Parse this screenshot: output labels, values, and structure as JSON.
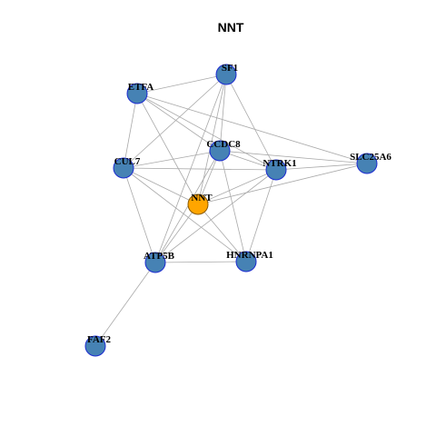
{
  "title": "NNT",
  "colors": {
    "node_fill": "#4682B4",
    "node_stroke": "#1C2BD1",
    "focus_fill": "#FFA500",
    "focus_stroke": "#8A5A00",
    "edge": "#A9A9A9",
    "title": "#000000"
  },
  "nodes": [
    {
      "id": "SF1",
      "label": "SF1",
      "focus": false
    },
    {
      "id": "ETFA",
      "label": "ETFA",
      "focus": false
    },
    {
      "id": "CCDC8",
      "label": "CCDC8",
      "focus": false
    },
    {
      "id": "CUL7",
      "label": "CUL7",
      "focus": false
    },
    {
      "id": "NTRK1",
      "label": "NTRK1",
      "focus": false
    },
    {
      "id": "SLC25A6",
      "label": "SLC25A6",
      "focus": false
    },
    {
      "id": "NNT",
      "label": "NNT",
      "focus": true
    },
    {
      "id": "ATP5B",
      "label": "ATP5B",
      "focus": false
    },
    {
      "id": "HNRNPA1",
      "label": "HNRNPA1",
      "focus": false
    },
    {
      "id": "FAF2",
      "label": "FAF2",
      "focus": false
    }
  ],
  "edges": [
    [
      "SF1",
      "CUL7"
    ],
    [
      "SF1",
      "CCDC8"
    ],
    [
      "SF1",
      "NNT"
    ],
    [
      "SF1",
      "ATP5B"
    ],
    [
      "SF1",
      "NTRK1"
    ],
    [
      "SF1",
      "ETFA"
    ],
    [
      "ETFA",
      "CCDC8"
    ],
    [
      "ETFA",
      "NTRK1"
    ],
    [
      "ETFA",
      "NNT"
    ],
    [
      "ETFA",
      "CUL7"
    ],
    [
      "ETFA",
      "SLC25A6"
    ],
    [
      "CCDC8",
      "CUL7"
    ],
    [
      "CCDC8",
      "NTRK1"
    ],
    [
      "CCDC8",
      "SLC25A6"
    ],
    [
      "CCDC8",
      "NNT"
    ],
    [
      "CCDC8",
      "ATP5B"
    ],
    [
      "CCDC8",
      "HNRNPA1"
    ],
    [
      "CUL7",
      "NTRK1"
    ],
    [
      "CUL7",
      "NNT"
    ],
    [
      "CUL7",
      "ATP5B"
    ],
    [
      "CUL7",
      "HNRNPA1"
    ],
    [
      "NTRK1",
      "SLC25A6"
    ],
    [
      "NTRK1",
      "NNT"
    ],
    [
      "NTRK1",
      "ATP5B"
    ],
    [
      "NTRK1",
      "HNRNPA1"
    ],
    [
      "SLC25A6",
      "NNT"
    ],
    [
      "NNT",
      "ATP5B"
    ],
    [
      "NNT",
      "HNRNPA1"
    ],
    [
      "ATP5B",
      "HNRNPA1"
    ],
    [
      "ATP5B",
      "FAF2"
    ]
  ]
}
